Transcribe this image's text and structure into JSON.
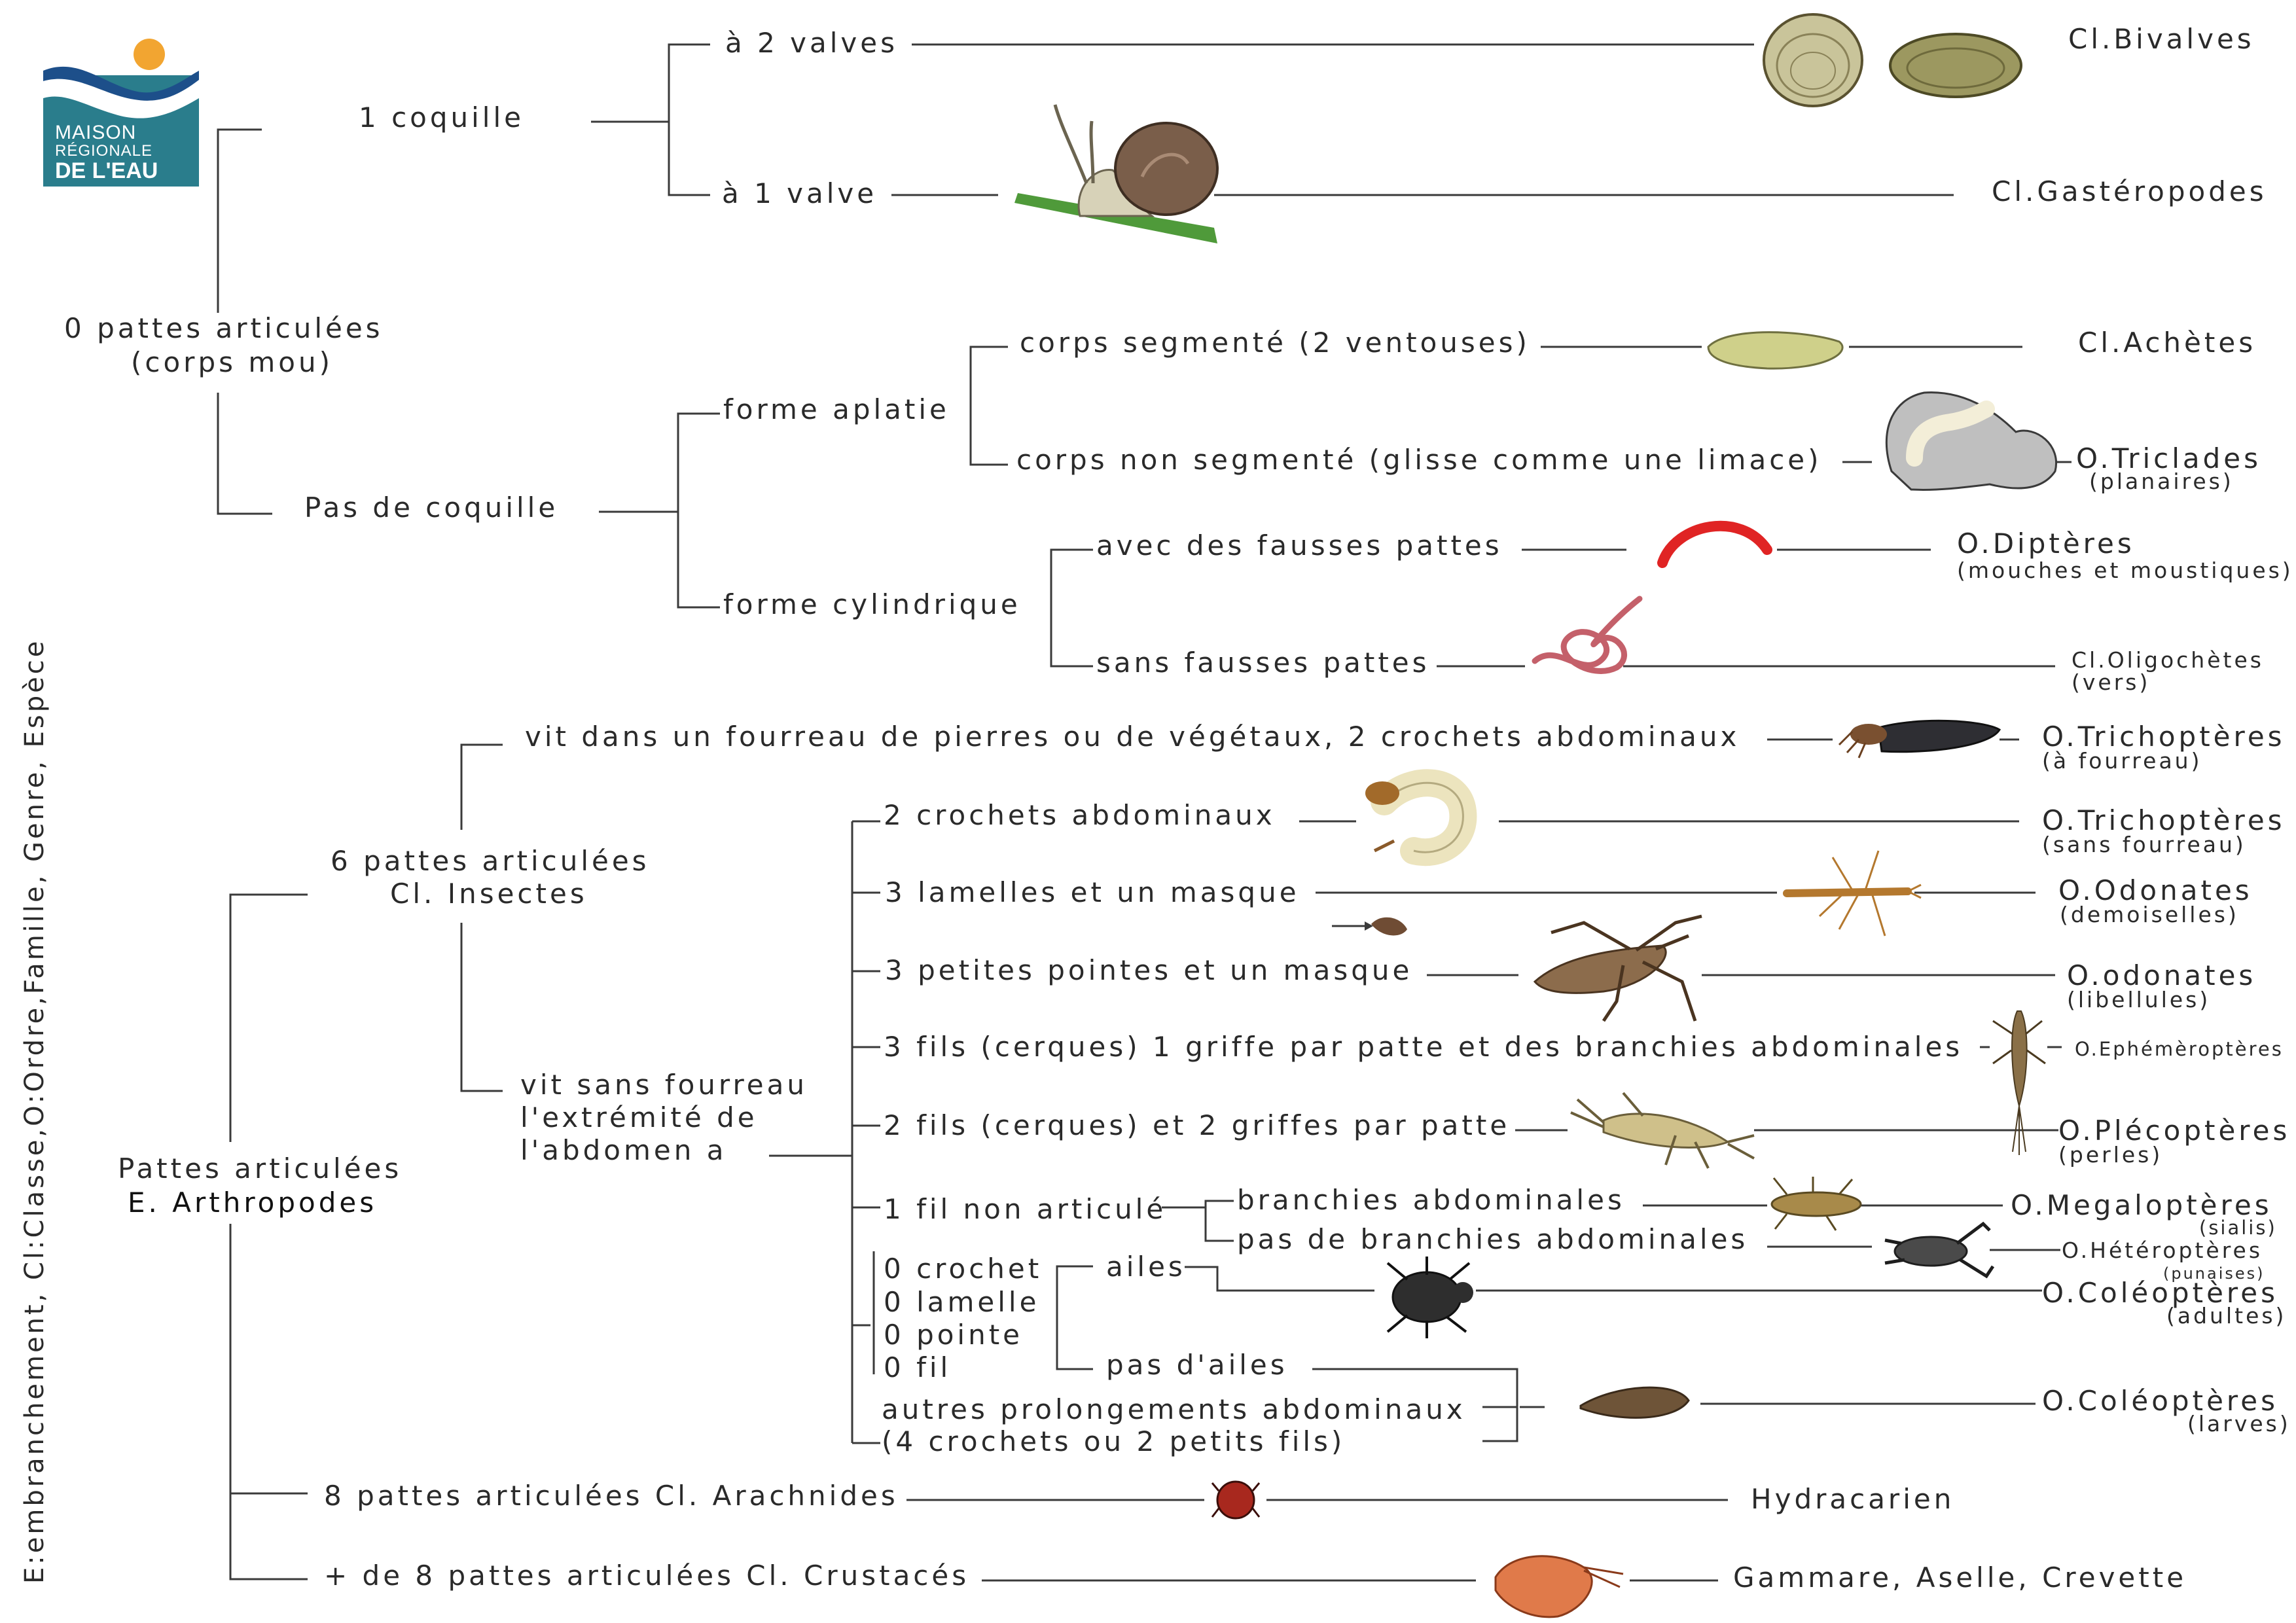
{
  "logo": {
    "line1": "MAISON",
    "line2": "RÉGIONALE",
    "line3": "DE L'EAU",
    "colors": {
      "box": "#2a7d8c",
      "sun": "#f2a531",
      "wave": "#1d4f8a"
    }
  },
  "side_legend": "E:embranchement, Cl:Classe,O:Ordre,Famille, Genre, Espèce",
  "soft": {
    "root_line1": "0 pattes articulées",
    "root_line2": "(corps mou)",
    "shell": "1 coquille",
    "two_valves": "à 2 valves",
    "one_valve": "à 1 valve",
    "no_shell": "Pas de coquille",
    "flat": "forme aplatie",
    "segmented": "corps segmenté (2 ventouses)",
    "non_segmented": "corps non segmenté (glisse comme une limace)",
    "cylindrical": "forme cylindrique",
    "false_legs": "avec des fausses pattes",
    "no_false_legs": "sans fausses pattes"
  },
  "arthropods": {
    "root_line1": "Pattes articulées",
    "root_line2": "E. Arthropodes",
    "insects_line1": "6 pattes articulées",
    "insects_line2": "Cl. Insectes",
    "case": "vit dans un fourreau de pierres ou de végétaux, 2 crochets abdominaux",
    "no_case_line1": "vit sans fourreau",
    "no_case_line2": "l'extrémité de",
    "no_case_line3": "l'abdomen a",
    "opt1": "2 crochets abdominaux",
    "opt2": "3 lamelles et un masque",
    "opt3": "3 petites pointes et un masque",
    "opt4": "3 fils (cerques) 1 griffe par patte et des branchies abdominales",
    "opt5": "2 fils (cerques) et 2 griffes par patte",
    "opt6": "1 fil non articulé",
    "gills": "branchies abdominales",
    "no_gills": "pas de branchies abdominales",
    "zero_line1": "0 crochet",
    "zero_line2": "0 lamelle",
    "zero_line3": "0 pointe",
    "zero_line4": "0 fil",
    "wings": "ailes",
    "no_wings": "pas d'ailes",
    "other_line1": "autres prolongements abdominaux",
    "other_line2": "(4 crochets ou 2 petits fils)",
    "arachnids": "8 pattes articulées Cl. Arachnides",
    "crustaceans": "+ de 8 pattes articulées Cl. Crustacés"
  },
  "results": {
    "bivalves": "Cl.Bivalves",
    "gasteropodes": "Cl.Gastéropodes",
    "achetes": "Cl.Achètes",
    "triclades": "O.Triclades",
    "triclades_sub": "(planaires)",
    "dipteres": "O.Diptères",
    "dipteres_sub": "(mouches et moustiques)",
    "oligochetes": "Cl.Oligochètes",
    "oligochetes_sub": "(vers)",
    "trich_case": "O.Trichoptères",
    "trich_case_sub": "(à fourreau)",
    "trich_nocase": "O.Trichoptères",
    "trich_nocase_sub": "(sans fourreau)",
    "odonates_demo": "O.Odonates",
    "odonates_demo_sub": "(demoiselles)",
    "odonates_lib": "O.odonates",
    "odonates_lib_sub": "(libellules)",
    "ephemeropteres": "O.Ephémèroptères",
    "plecopteres": "O.Plécoptères",
    "plecopteres_sub": "(perles)",
    "megalopteres": "O.Megaloptères",
    "megalopteres_sub": "(sialis)",
    "heteropteres": "O.Hétéroptères",
    "heteropteres_sub": "(punaises)",
    "coleo_adult": "O.Coléoptères",
    "coleo_adult_sub": "(adultes)",
    "coleo_larva": "O.Coléoptères",
    "coleo_larva_sub": "(larves)",
    "hydracarien": "Hydracarien",
    "crustaces": "Gammare, Aselle, Crevette"
  }
}
